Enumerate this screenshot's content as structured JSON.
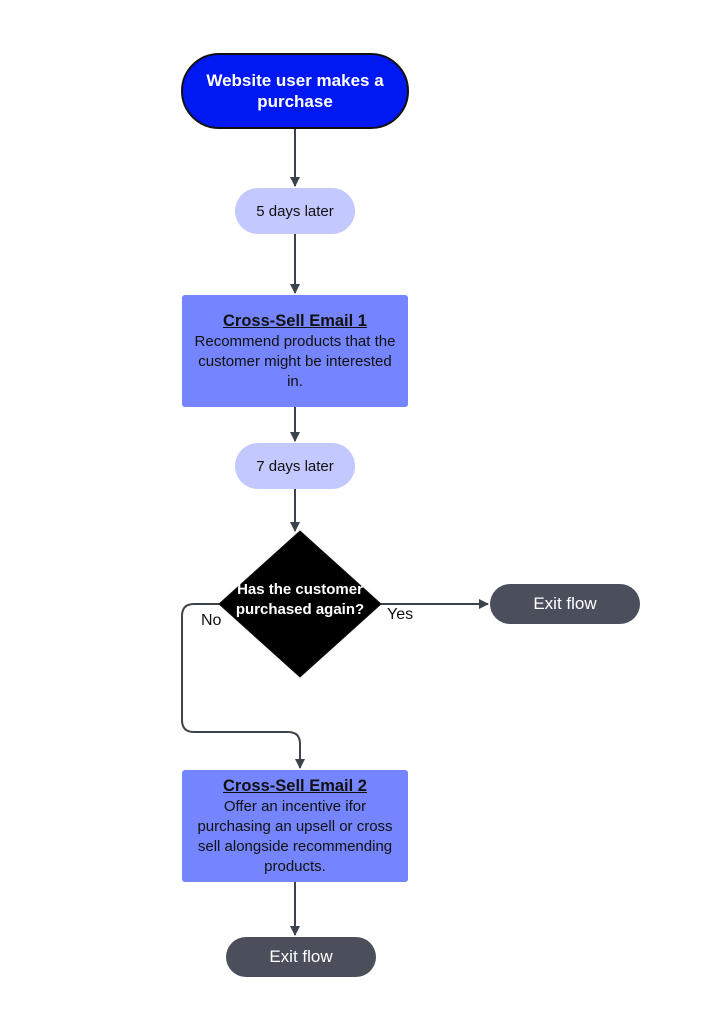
{
  "colors": {
    "start_fill": "#0019f2",
    "delay_fill": "#c3c8ff",
    "email_fill": "#7485ff",
    "decision_fill": "#000000",
    "exit_fill": "#4a4f5b",
    "connector": "#3d434d"
  },
  "nodes": {
    "start": {
      "text": "Website user makes a purchase"
    },
    "delay_1": {
      "text": "5 days later"
    },
    "email_1": {
      "title": "Cross-Sell Email 1",
      "body": "Recommend products that the customer might be interested in."
    },
    "delay_2": {
      "text": "7 days later"
    },
    "decision": {
      "text": "Has the customer purchased again?"
    },
    "exit_yes": {
      "text": "Exit flow"
    },
    "email_2": {
      "title": "Cross-Sell Email 2",
      "body": "Offer an incentive ifor purchasing an upsell or cross sell alongside recommending products."
    },
    "exit_end": {
      "text": "Exit flow"
    }
  },
  "edges": {
    "yes_label": "Yes",
    "no_label": "No"
  }
}
